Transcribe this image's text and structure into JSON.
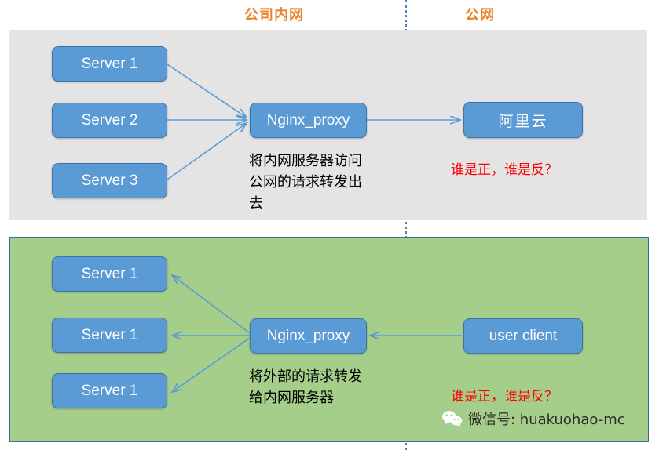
{
  "zones": {
    "intranet_label": "公司内网",
    "public_label": "公网"
  },
  "top_section": {
    "background_color": "#E4E4E4",
    "nodes": {
      "server1": "Server 1",
      "server2": "Server 2",
      "server3": "Server 3",
      "proxy": "Nginx_proxy",
      "cloud": "阿里云"
    },
    "caption": "将内网服务器访问公网的请求转发出去",
    "note": "谁是正，谁是反？"
  },
  "bottom_section": {
    "background_color": "#A5CE8A",
    "nodes": {
      "server1": "Server 1",
      "server2": "Server 1",
      "server3": "Server 1",
      "proxy": "Nginx_proxy",
      "client": "user client"
    },
    "caption": "将外部的请求转发给内网服务器",
    "note": "谁是正，谁是反？"
  },
  "footer": {
    "wechat_text": "微信号: huakuohao-mc",
    "icon": "wechat-icon"
  },
  "colors": {
    "node_fill": "#5B9BD5",
    "node_border": "#3D74A8",
    "arrow": "#5B9BD5",
    "zone_label": "#E8832A",
    "note": "#FF0000",
    "divider": "#4F81BD"
  }
}
